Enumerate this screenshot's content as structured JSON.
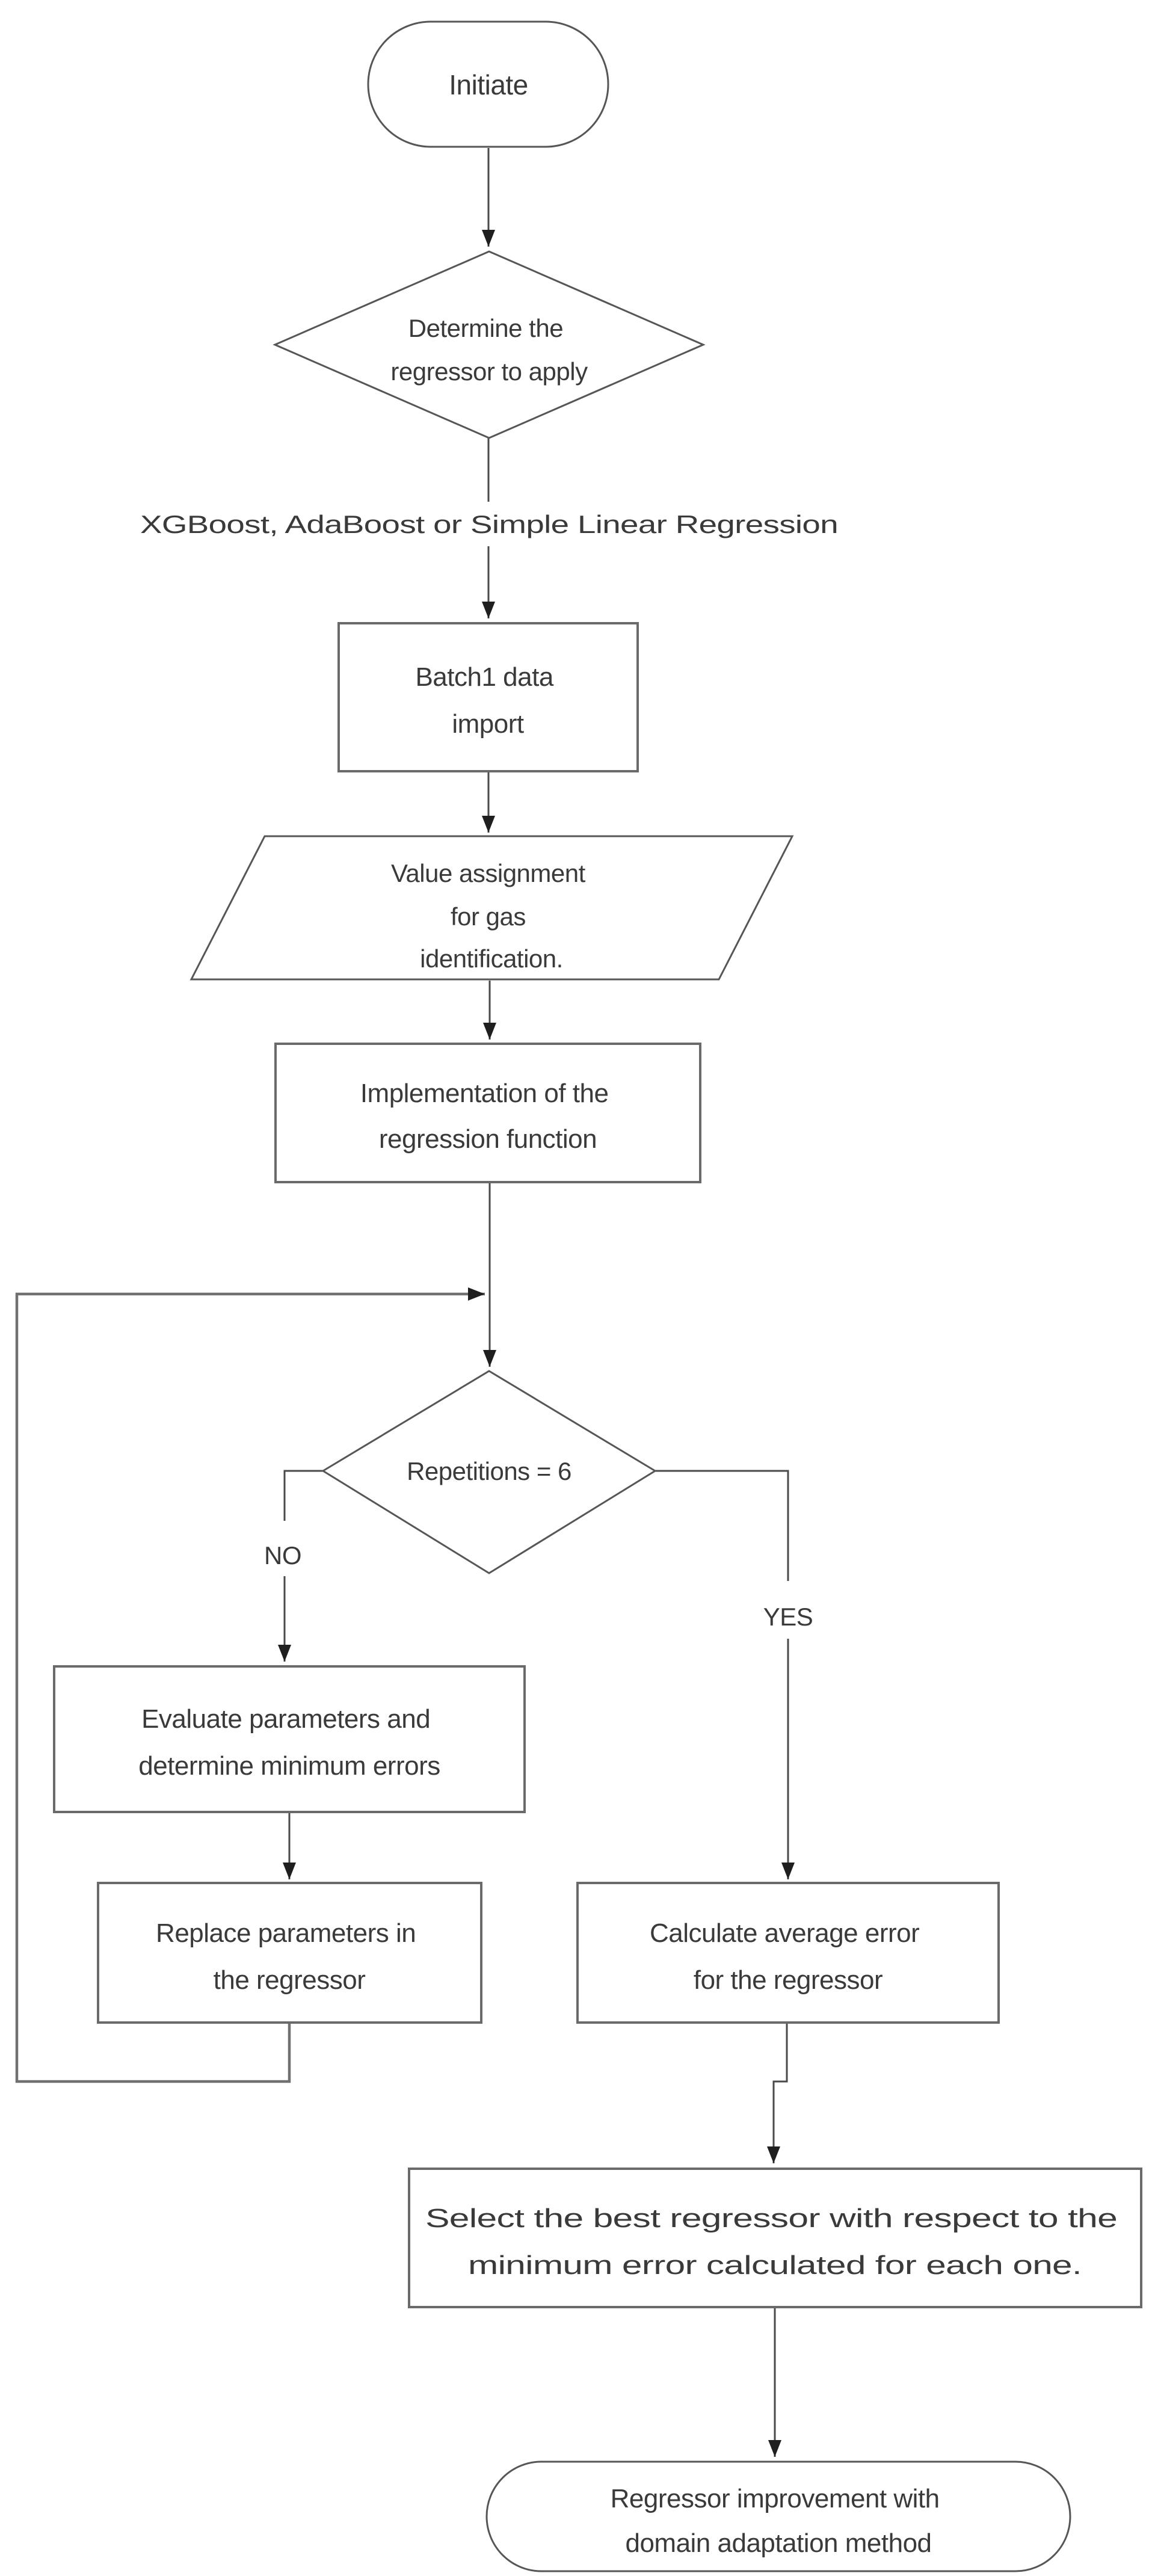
{
  "diagram": {
    "kind": "flowchart",
    "nodes": {
      "start": {
        "type": "terminator",
        "label": "Initiate"
      },
      "determine_regressor": {
        "type": "decision",
        "line1": "Determine the",
        "line2": "regressor to apply"
      },
      "regressor_options_note": {
        "type": "annotation",
        "label": "XGBoost, AdaBoost or Simple Linear Regression"
      },
      "batch_import": {
        "type": "process",
        "line1": "Batch1 data",
        "line2": "import"
      },
      "value_assignment": {
        "type": "data",
        "line1": "Value assignment",
        "line2": "for gas",
        "line3": "identification."
      },
      "implement_regression": {
        "type": "process",
        "line1": "Implementation of the",
        "line2": "regression function"
      },
      "repetitions_check": {
        "type": "decision",
        "label": "Repetitions = 6"
      },
      "evaluate_parameters": {
        "type": "process",
        "line1": "Evaluate parameters and",
        "line2": "determine minimum errors"
      },
      "replace_parameters": {
        "type": "process",
        "line1": "Replace parameters in",
        "line2": "the regressor"
      },
      "calculate_error": {
        "type": "process",
        "line1": "Calculate average error",
        "line2": "for the regressor"
      },
      "select_best": {
        "type": "process",
        "line1": "Select the best regressor with respect to the",
        "line2": "minimum error calculated for each one."
      },
      "end": {
        "type": "terminator",
        "line1": "Regressor improvement with",
        "line2": "domain adaptation method"
      }
    },
    "edge_labels": {
      "no": "NO",
      "yes": "YES"
    },
    "colors": {
      "background": "#ffffff",
      "shape_fill": "#ffffff",
      "box_border": "#6a6a6a",
      "thin_border": "#565656",
      "line": "#4a4a4a",
      "feedback_line": "#707070",
      "arrowhead": "#1f1f1f",
      "text": "#3a3a3a"
    }
  }
}
